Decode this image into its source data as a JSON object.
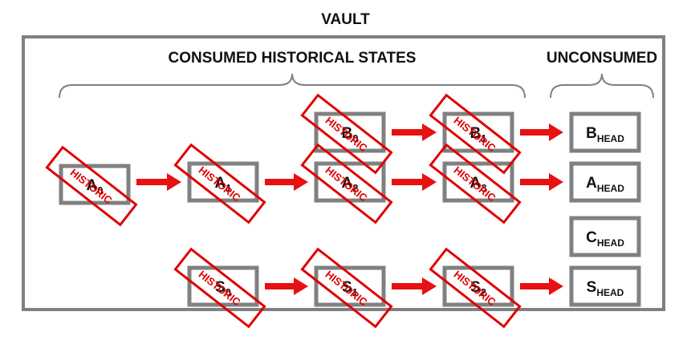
{
  "vault_title": "VAULT",
  "consumed_title": "CONSUMED HISTORICAL STATES",
  "unconsumed_title": "UNCONSUMED",
  "stamp_text": "HISTORIC",
  "colors": {
    "frame": "#808080",
    "stamp": "#e00000",
    "arrow": "#e81010"
  },
  "historical_states": [
    {
      "id": "A0",
      "base": "A",
      "sub": "0"
    },
    {
      "id": "A1",
      "base": "A",
      "sub": "1"
    },
    {
      "id": "A2",
      "base": "A",
      "sub": "2"
    },
    {
      "id": "A3",
      "base": "A",
      "sub": "3"
    },
    {
      "id": "B0",
      "base": "B",
      "sub": "0"
    },
    {
      "id": "B1",
      "base": "B",
      "sub": "1"
    },
    {
      "id": "S0",
      "base": "S",
      "sub": "0"
    },
    {
      "id": "S1",
      "base": "S",
      "sub": "1"
    },
    {
      "id": "S2",
      "base": "S",
      "sub": "2"
    }
  ],
  "unconsumed_states": [
    {
      "id": "BHEAD",
      "base": "B",
      "sub": "HEAD"
    },
    {
      "id": "AHEAD",
      "base": "A",
      "sub": "HEAD"
    },
    {
      "id": "CHEAD",
      "base": "C",
      "sub": "HEAD"
    },
    {
      "id": "SHEAD",
      "base": "S",
      "sub": "HEAD"
    }
  ],
  "transitions": [
    [
      "A0",
      "A1"
    ],
    [
      "A1",
      "A2"
    ],
    [
      "A2",
      "A3"
    ],
    [
      "A3",
      "AHEAD"
    ],
    [
      "B0",
      "B1"
    ],
    [
      "B1",
      "BHEAD"
    ],
    [
      "S0",
      "S1"
    ],
    [
      "S1",
      "S2"
    ],
    [
      "S2",
      "SHEAD"
    ]
  ]
}
